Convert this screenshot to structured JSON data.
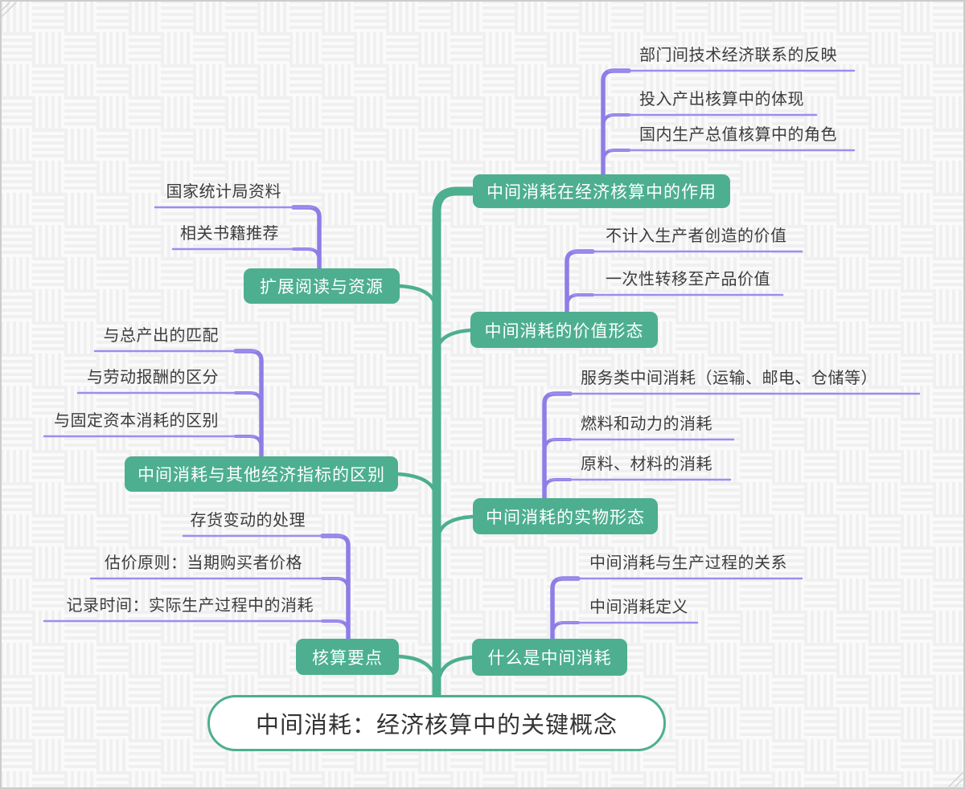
{
  "theme": {
    "background": "#fafafa",
    "weave_line": "#f0f0f1",
    "canvas_border": "#cccccc",
    "node_green": "#4DAF8F",
    "branch_purple": "#8E7DE6",
    "underline_purple": "#9C8DEF",
    "node_text": "#ffffff",
    "leaf_text": "#3c3c3c",
    "root_text": "#333333"
  },
  "root": {
    "label": "中间消耗：经济核算中的关键概念"
  },
  "branches": [
    {
      "label": "中间消耗在经济核算中的作用",
      "side": "right",
      "children": [
        "部门间技术经济联系的反映",
        "投入产出核算中的体现",
        "国内生产总值核算中的角色"
      ]
    },
    {
      "label": "扩展阅读与资源",
      "side": "left",
      "children": [
        "国家统计局资料",
        "相关书籍推荐"
      ]
    },
    {
      "label": "中间消耗的价值形态",
      "side": "right",
      "children": [
        "不计入生产者创造的价值",
        "一次性转移至产品价值"
      ]
    },
    {
      "label": "中间消耗与其他经济指标的区别",
      "side": "left",
      "children": [
        "与总产出的匹配",
        "与劳动报酬的区分",
        "与固定资本消耗的区别"
      ]
    },
    {
      "label": "中间消耗的实物形态",
      "side": "right",
      "children": [
        "服务类中间消耗（运输、邮电、仓储等）",
        "燃料和动力的消耗",
        "原料、材料的消耗"
      ]
    },
    {
      "label": "核算要点",
      "side": "left",
      "children": [
        "存货变动的处理",
        "估价原则：当期购买者价格",
        "记录时间：实际生产过程中的消耗"
      ]
    },
    {
      "label": "什么是中间消耗",
      "side": "right",
      "children": [
        "中间消耗与生产过程的关系",
        "中间消耗定义"
      ]
    }
  ]
}
